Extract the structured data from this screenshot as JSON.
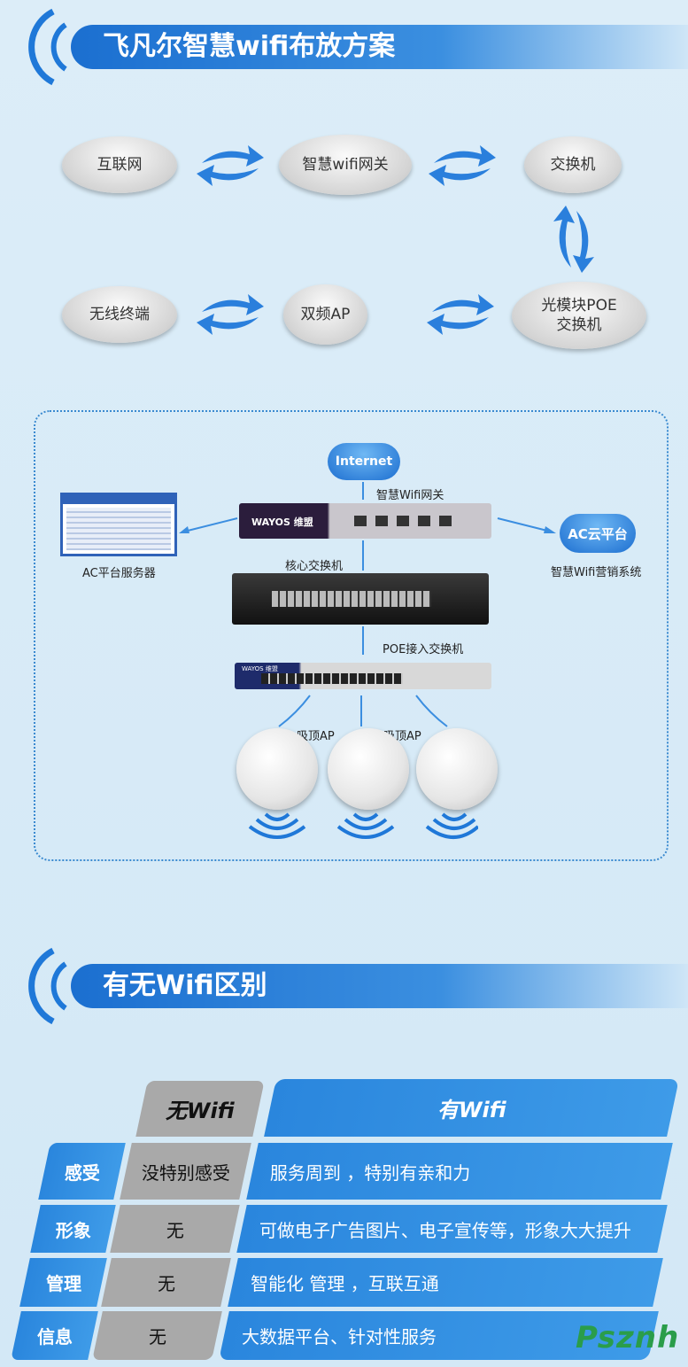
{
  "section1": {
    "title": "飞凡尔智慧wifi布放方案"
  },
  "flow": {
    "nodes": [
      "互联网",
      "智慧wifi网关",
      "交换机",
      "无线终端",
      "双频AP",
      "光模块POE交换机"
    ]
  },
  "topology": {
    "internet": "Internet",
    "gateway_label": "智慧Wifi网关",
    "gateway_brand": "WAYOS 维盟",
    "ac_server_label": "AC平台服务器",
    "ac_cloud": "AC云平台",
    "ac_cloud_label": "智慧Wifi营销系统",
    "core_switch_label": "核心交换机",
    "poe_switch_label": "POE接入交换机",
    "poe_brand": "WAYOS 维盟",
    "ap_labels": [
      "吸顶AP",
      "吸顶AP"
    ]
  },
  "section2": {
    "title": "有无Wifi区别"
  },
  "comparison": {
    "headers": [
      "无Wifi",
      "有Wifi"
    ],
    "rows": [
      {
        "label": "感受",
        "without": "没特别感受",
        "with": "服务周到 ，特别有亲和力"
      },
      {
        "label": "形象",
        "without": "无",
        "with": "可做电子广告图片、电子宣传等，形象大大提升"
      },
      {
        "label": "管理",
        "without": "无",
        "with": "智能化 管理 ，互联互通"
      },
      {
        "label": "信息",
        "without": "无",
        "with": "大数据平台、针对性服务"
      }
    ]
  },
  "watermark": "Psznh"
}
